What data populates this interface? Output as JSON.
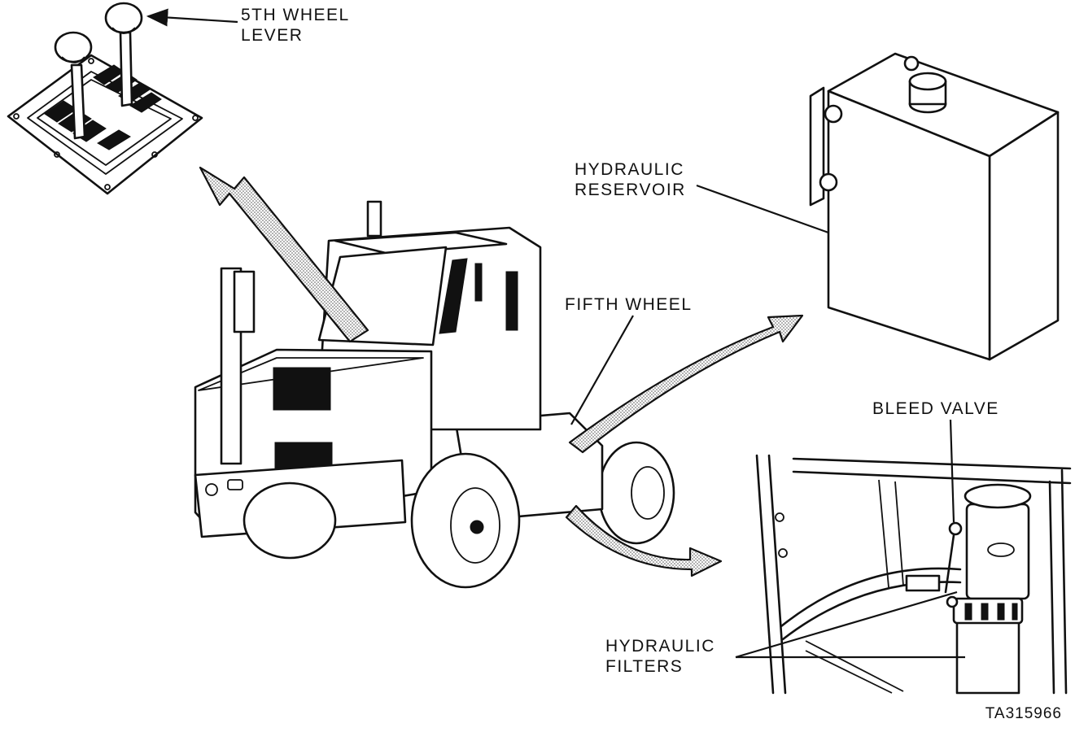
{
  "labels": {
    "fifth_wheel_lever": [
      "5TH WHEEL",
      "LEVER"
    ],
    "hydraulic_reservoir": [
      "HYDRAULIC",
      "RESERVOIR"
    ],
    "fifth_wheel": "FIFTH WHEEL",
    "bleed_valve": "BLEED VALVE",
    "hydraulic_filters": [
      "HYDRAULIC",
      "FILTERS"
    ]
  },
  "figure_id": "TA315966"
}
